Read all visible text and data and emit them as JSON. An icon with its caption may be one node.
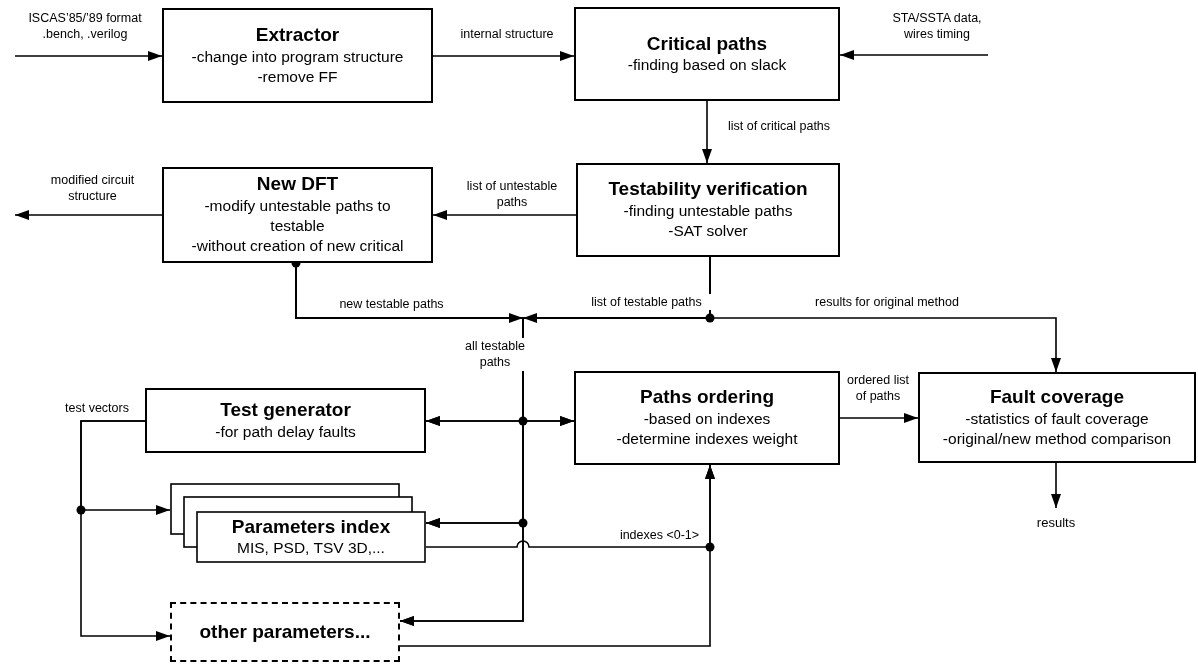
{
  "diagram": {
    "nodes": [
      {
        "text": [
          "Extractor",
          "-change into program structure",
          "-remove FF"
        ]
      },
      {
        "text": [
          "Critical paths",
          "-finding based on slack"
        ]
      },
      {
        "text": [
          "Testability verification",
          "-finding untestable paths",
          "-SAT solver"
        ]
      },
      {
        "text": [
          "New DFT",
          "-modify untestable paths to testable",
          "-without creation of new critical"
        ]
      },
      {
        "text": [
          "Test generator",
          "-for path delay faults"
        ]
      },
      {
        "text": [
          "Parameters index",
          "MIS, PSD, TSV 3D,..."
        ]
      },
      {
        "text": [
          "other parameters..."
        ]
      },
      {
        "text": [
          "Paths ordering",
          "-based on indexes",
          "-determine indexes weight"
        ]
      },
      {
        "text": [
          "Fault coverage",
          "-statistics of fault coverage",
          "-original/new method comparison"
        ]
      },
      {
        "text": [
          "results"
        ]
      }
    ],
    "edges": [
      {
        "from": null,
        "to": 0,
        "arrow": "to",
        "label": "ISCAS’85/’89 format .bench, .verilog"
      },
      {
        "from": 0,
        "to": 1,
        "arrow": "to",
        "label": "internal structure"
      },
      {
        "from": null,
        "to": 1,
        "arrow": "to",
        "label": "STA/SSTA data, wires timing"
      },
      {
        "from": 1,
        "to": 2,
        "arrow": "to",
        "label": "list of critical paths"
      },
      {
        "from": 2,
        "to": 3,
        "arrow": "to",
        "label": "list of untestable paths"
      },
      {
        "from": 3,
        "to": null,
        "arrow": "to",
        "label": "modified circuit structure"
      },
      {
        "from": 2,
        "to": 8,
        "arrow": "to",
        "label": "results for original method"
      },
      {
        "from": 2,
        "to": 4,
        "arrow": "to",
        "label": "list of testable paths"
      },
      {
        "from": 2,
        "to": 5,
        "arrow": "to"
      },
      {
        "from": 2,
        "to": 6,
        "arrow": "to"
      },
      {
        "from": 2,
        "to": 7,
        "arrow": "to"
      },
      {
        "from": 3,
        "to": 4,
        "arrow": "to",
        "label": "new testable paths"
      },
      {
        "from": 3,
        "to": 5,
        "arrow": "to"
      },
      {
        "from": 3,
        "to": 6,
        "arrow": "to"
      },
      {
        "from": 3,
        "to": 7,
        "arrow": "to"
      },
      {
        "from": 4,
        "to": 5,
        "arrow": "to",
        "label": "test vectors"
      },
      {
        "from": 4,
        "to": 6,
        "arrow": "to"
      },
      {
        "from": 5,
        "to": 7,
        "arrow": "to",
        "label": "indexes <0-1>"
      },
      {
        "from": 6,
        "to": 7,
        "arrow": "to"
      },
      {
        "from": 7,
        "to": 8,
        "arrow": "to",
        "label": "ordered list of paths"
      },
      {
        "from": 8,
        "to": 9,
        "arrow": "to"
      }
    ],
    "labels": [
      "all testable paths"
    ]
  }
}
